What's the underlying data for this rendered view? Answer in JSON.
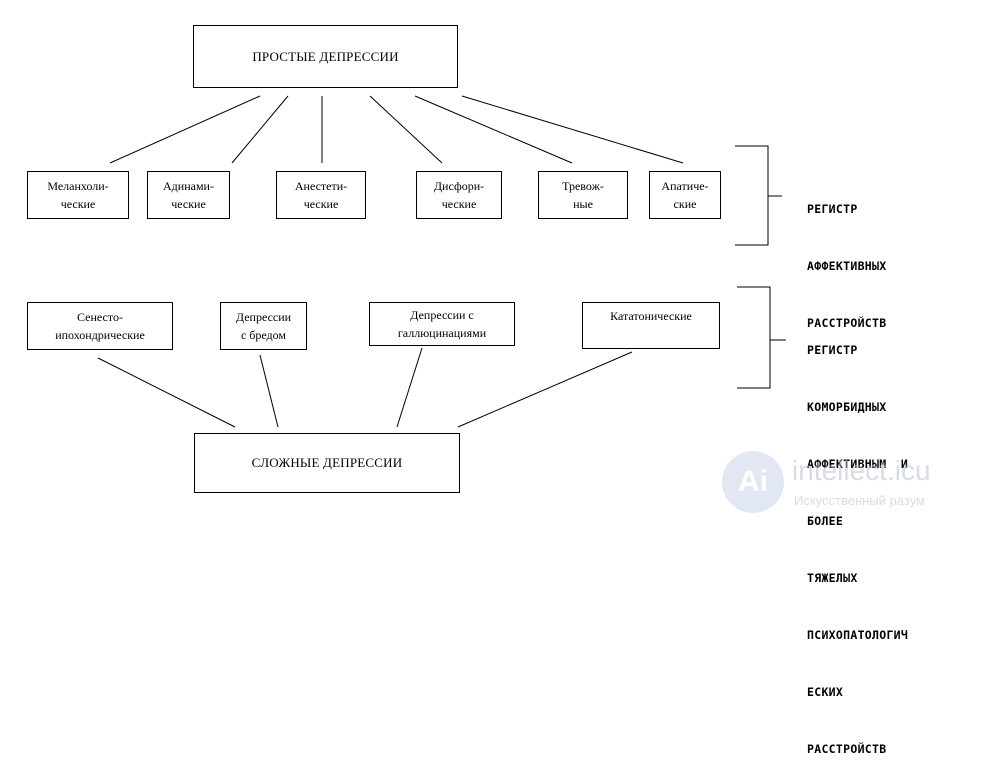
{
  "top": {
    "label": "ПРОСТЫЕ ДЕПРЕССИИ"
  },
  "simple": [
    {
      "line1": "Меланхоли-",
      "line2": "ческие"
    },
    {
      "line1": "Адинами-",
      "line2": "ческие"
    },
    {
      "line1": "Анестети-",
      "line2": "ческие"
    },
    {
      "line1": "Дисфори-",
      "line2": "ческие"
    },
    {
      "line1": "Тревож-",
      "line2": "ные"
    },
    {
      "line1": "Апатиче-",
      "line2": "ские"
    }
  ],
  "complex": [
    {
      "line1": "Сенесто-",
      "line2": "ипохондрические"
    },
    {
      "line1": "Депрессии",
      "line2": "с бредом"
    },
    {
      "line1": "Депрессии с",
      "line2": "галлюцинациями"
    },
    {
      "line1": "Кататонические",
      "line2": ""
    }
  ],
  "bottom": {
    "label": "СЛОЖНЫЕ ДЕПРЕССИИ"
  },
  "register1": [
    "РЕГИСТР",
    "АФФЕКТИВНЫХ",
    "РАССТРОЙСТВ"
  ],
  "register2": [
    "РЕГИСТР",
    "КОМОРБИДНЫХ",
    "АФФЕКТИВНЫМ  И",
    "БОЛЕЕ",
    "ТЯЖЕЛЫХ",
    "ПСИХОПАТОЛОГИЧ",
    "ЕСКИХ",
    "РАССТРОЙСТВ"
  ],
  "watermark": {
    "logo": "Ai",
    "name": "intellect.icu",
    "subtitle": "Искусственный разум"
  }
}
